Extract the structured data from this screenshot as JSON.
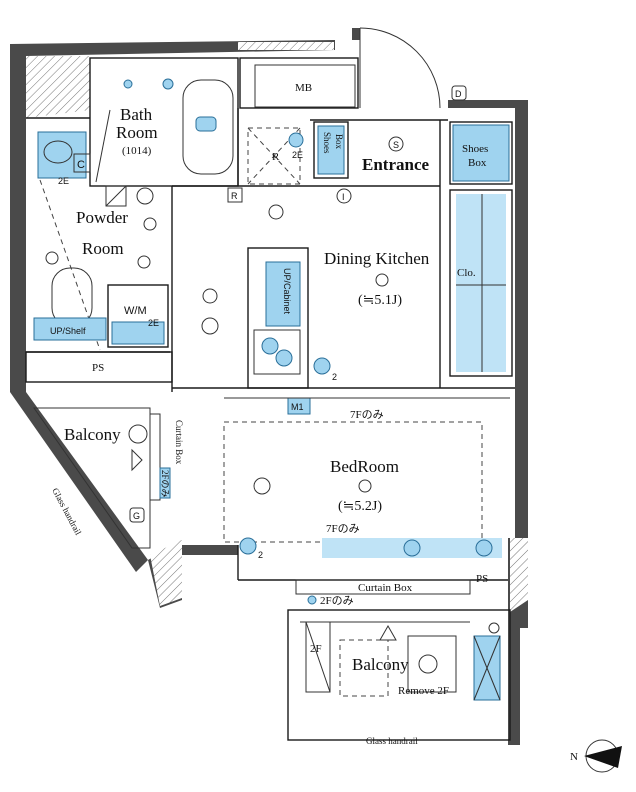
{
  "labels": {
    "mb": "MB",
    "bath_room": "Bath",
    "bath_room_2": "Room",
    "bath_room_size": "(1014)",
    "powder_room": "Powder",
    "powder_room_2": "Room",
    "wm": "W/M",
    "up_shelf": "UP/Shelf",
    "ps_left": "PS",
    "shoes_box_small_1": "Shoes",
    "shoes_box_small_2": "Box",
    "entrance": "Entrance",
    "shoes_box_1": "Shoes",
    "shoes_box_2": "Box",
    "dining_kitchen": "Dining Kitchen",
    "dk_size": "(≒5.1J)",
    "up_cabinet": "UP/Cabinet",
    "clo": "Clo.",
    "m1": "M1",
    "seven_f_only_1": "7Fのみ",
    "seven_f_only_2": "7Fのみ",
    "bedroom": "BedRoom",
    "bedroom_size": "(≒5.2J)",
    "balcony_1": "Balcony",
    "curtain_box_v": "Curtain Box",
    "two_f_only_v": "2Fのみ",
    "glass_handrail_left": "Glass handrail",
    "curtain_box_h": "Curtain Box",
    "ps_right": "PS",
    "two_f_only_h": "2Fのみ",
    "two_f": "2F",
    "balcony_2": "Balcony",
    "remove_2f": "Remove 2F",
    "glass_handrail_bottom": "Glass handrail",
    "north": "N",
    "sym_c": "C",
    "sym_r": "R",
    "sym_r2": "R",
    "sym_i": "I",
    "sym_s": "S",
    "sym_d": "D",
    "sym_g": "G",
    "sym_2e_a": "2E",
    "sym_2e_b": "2E",
    "sym_2e_c": "2E",
    "sym_2_a": "2",
    "sym_2_b": "2"
  },
  "colors": {
    "wall": "#4a4a4a",
    "fixture_blue": "#9fd3ef",
    "fixture_stroke": "#2a6f99"
  }
}
